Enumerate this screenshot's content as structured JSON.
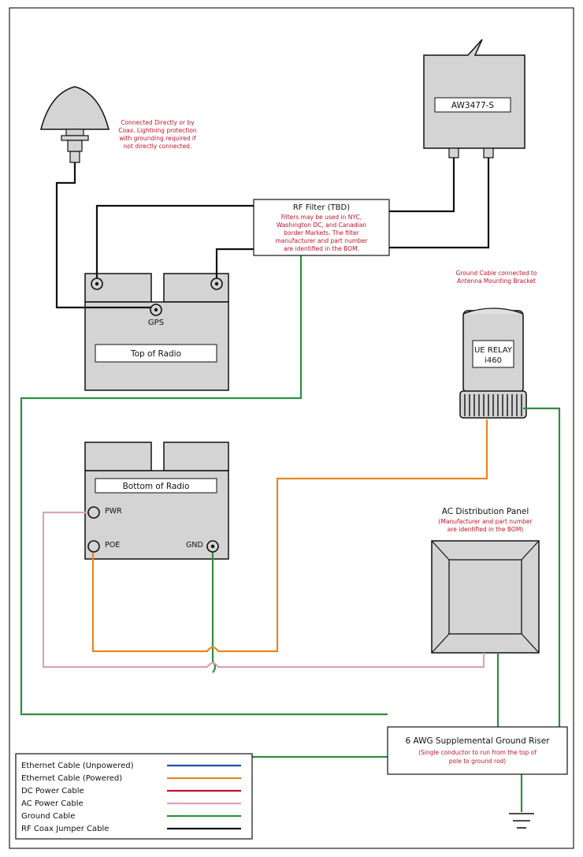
{
  "antenna_note": [
    "Connected Directly or by",
    "Coax. Lightning protection",
    "with grounding required if",
    "not directly connected."
  ],
  "antenna_model": "AW3477-S",
  "rf_filter": {
    "title": "RF Filter (TBD)",
    "note": [
      "Filters may be used in NYC,",
      "Washington DC, and Canadian",
      "border Markets. The filter",
      "manufacturer and part number",
      "are identified in the BOM."
    ]
  },
  "ground_note": [
    "Ground Cable connected to",
    "Antenna Mounting Bracket"
  ],
  "top_radio": {
    "gps_label": "GPS",
    "title": "Top of Radio"
  },
  "ue_relay": {
    "line1": "UE RELAY",
    "line2": "i460"
  },
  "bottom_radio": {
    "title": "Bottom of Radio",
    "pwr_label": "PWR",
    "poe_label": "POE",
    "gnd_label": "GND"
  },
  "ac_panel": {
    "title": "AC Distribution Panel",
    "note": [
      "(Manufacturer and part number",
      "are identified in the BOM)"
    ]
  },
  "ground_riser": {
    "title": "6 AWG Supplemental Ground Riser",
    "note": [
      "(Single conductor to run from the top of",
      "pole to ground rod)"
    ]
  },
  "legend": [
    {
      "label": "Ethernet Cable (Unpowered)",
      "color": "#1f4fa8"
    },
    {
      "label": "Ethernet Cable (Powered)",
      "color": "#e8871e"
    },
    {
      "label": "DC Power Cable",
      "color": "#c0142a"
    },
    {
      "label": "AC Power Cable",
      "color": "#d9a6b3"
    },
    {
      "label": "Ground Cable",
      "color": "#2f8f3f"
    },
    {
      "label": "RF Coax Jumper Cable",
      "color": "#111111"
    }
  ]
}
